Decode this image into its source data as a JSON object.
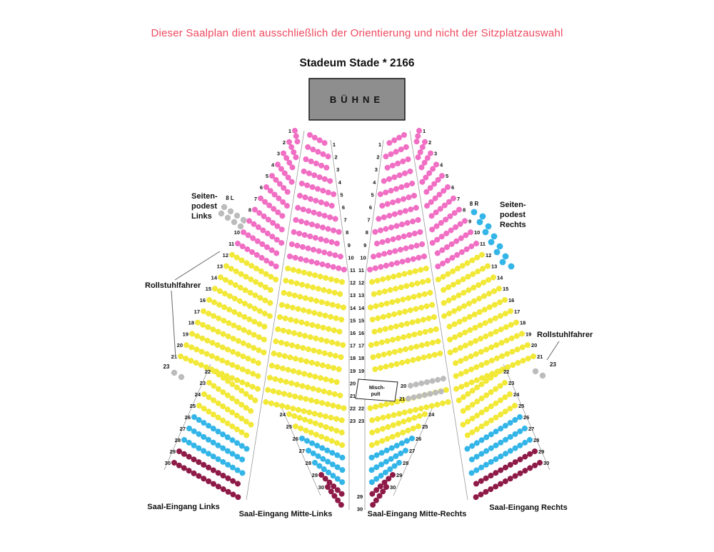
{
  "notice": {
    "text": "Dieser Saalplan dient ausschließlich der Orientierung und nicht der Sitzplatzauswahl",
    "color": "#f0495f"
  },
  "title": "Stadeum Stade * 2166",
  "stage": {
    "label": "BÜHNE"
  },
  "labels": {
    "seitenpodest_links": {
      "lines": [
        "Seiten-",
        "podest",
        "Links"
      ],
      "row_tag": "8 L"
    },
    "seitenpodest_rechts": {
      "lines": [
        "Seiten-",
        "podest",
        "Rechts"
      ],
      "row_tag": "8 R"
    },
    "rollstuhlfahrer_links": {
      "text": "Rollstuhlfahrer",
      "row_tag": "23"
    },
    "rollstuhlfahrer_rechts": {
      "text": "Rollstuhlfahrer",
      "row_tag": "23"
    },
    "mischpult": {
      "lines": [
        "Misch-",
        "pult"
      ],
      "rows": [
        "20",
        "21"
      ]
    }
  },
  "entrances": [
    {
      "label": "Saal-Eingang Links"
    },
    {
      "label": "Saal-Eingang Mitte-Links"
    },
    {
      "label": "Saal-Eingang Mitte-Rechts"
    },
    {
      "label": "Saal-Eingang Rechts"
    }
  ],
  "seating": {
    "rows_total": 30,
    "sections": [
      {
        "rows": [
          1,
          11
        ],
        "color": "#f06ec3"
      },
      {
        "rows": [
          12,
          25
        ],
        "color": "#f2e838"
      },
      {
        "rows": [
          26,
          28
        ],
        "color": "#33b5e8"
      },
      {
        "rows": [
          29,
          30
        ],
        "color": "#8e1a47"
      }
    ],
    "blocked_color": "#bcbcbc",
    "wheelchair_dot_color": "#bcbcbc",
    "podest_links_dot_color": "#bcbcbc",
    "podest_rechts_dot_color": "#33b5e8",
    "stage_fill": "#8e8e8e"
  }
}
